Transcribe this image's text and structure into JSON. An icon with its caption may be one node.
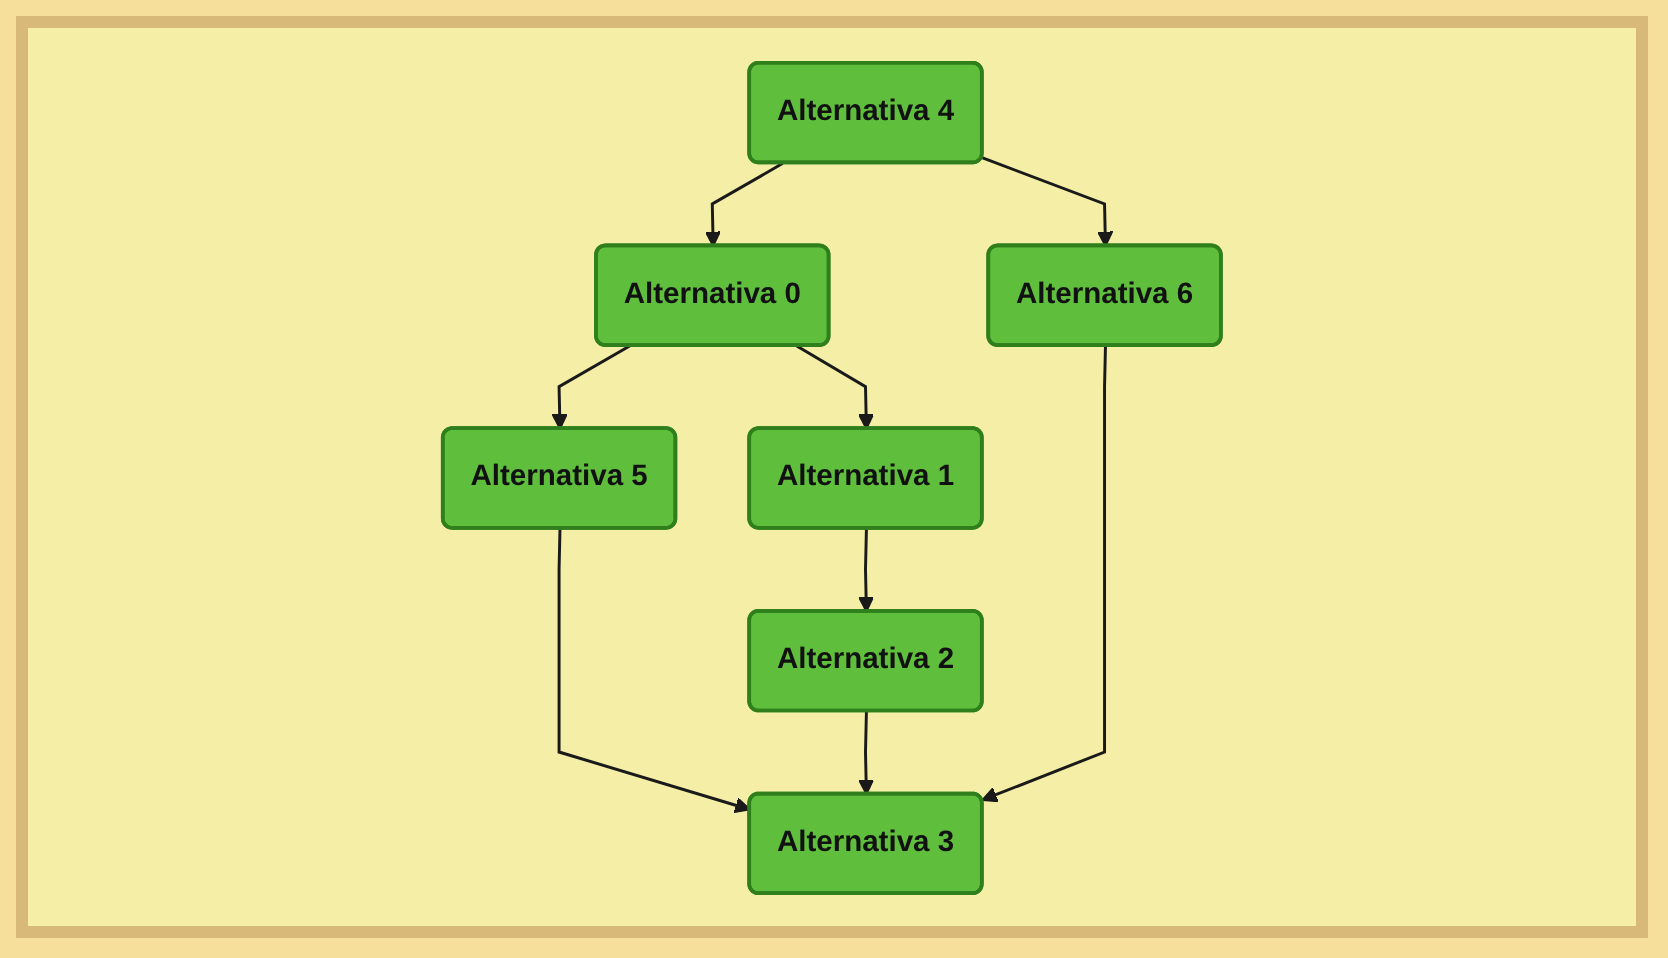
{
  "diagram": {
    "nodes": [
      {
        "text": [
          "Alternativa 4"
        ]
      },
      {
        "text": [
          "Alternativa 0"
        ]
      },
      {
        "text": [
          "Alternativa 6"
        ]
      },
      {
        "text": [
          "Alternativa 5"
        ]
      },
      {
        "text": [
          "Alternativa 1"
        ]
      },
      {
        "text": [
          "Alternativa 2"
        ]
      },
      {
        "text": [
          "Alternativa 3"
        ]
      }
    ],
    "edges": [
      {
        "from": 0,
        "to": 1,
        "arrow": "to"
      },
      {
        "from": 0,
        "to": 2,
        "arrow": "to"
      },
      {
        "from": 1,
        "to": 3,
        "arrow": "to"
      },
      {
        "from": 1,
        "to": 4,
        "arrow": "to"
      },
      {
        "from": 4,
        "to": 5,
        "arrow": "to"
      },
      {
        "from": 3,
        "to": 6,
        "arrow": "to"
      },
      {
        "from": 5,
        "to": 6,
        "arrow": "to"
      },
      {
        "from": 2,
        "to": 6,
        "arrow": "to"
      }
    ]
  }
}
